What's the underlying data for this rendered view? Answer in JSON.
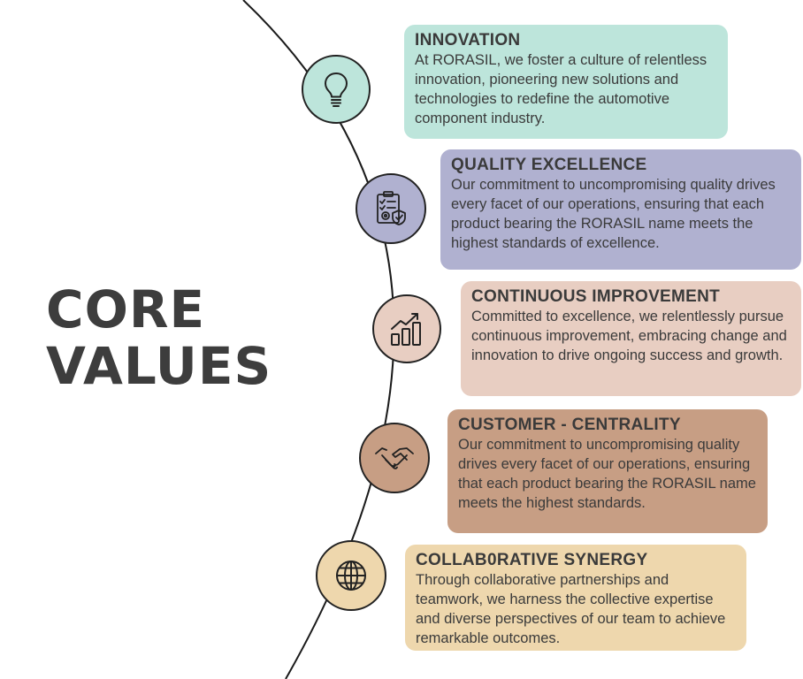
{
  "title": {
    "line1": "CORE",
    "line2": "VALUES"
  },
  "colors": {
    "innovation": "#bde5db",
    "quality": "#b0b1d0",
    "improvement": "#e8cec2",
    "customer": "#c79e84",
    "synergy": "#eed7ad"
  },
  "values": [
    {
      "icon": "lightbulb-icon",
      "heading": "INNOVATION",
      "text": "At RORASIL, we foster a culture of relentless innovation, pioneering new solutions and technologies to redefine the automotive component industry."
    },
    {
      "icon": "clipboard-gear-shield-icon",
      "heading": "QUALITY EXCELLENCE",
      "text": "Our commitment to uncompromising quality drives every facet of our operations, ensuring that each product bearing the RORASIL name meets the highest standards of excellence."
    },
    {
      "icon": "growth-chart-icon",
      "heading": "CONTINUOUS IMPROVEMENT",
      "text": "Committed to excellence, we relentlessly pursue continuous improvement, embracing change and innovation to drive ongoing success and growth."
    },
    {
      "icon": "handshake-icon",
      "heading": "CUSTOMER - CENTRALITY",
      "text": "Our commitment to uncompromising quality drives every facet of our operations, ensuring that each product bearing the RORASIL name meets the highest standards."
    },
    {
      "icon": "globe-icon",
      "heading": "COLLAB0RATIVE SYNERGY",
      "text": "Through collaborative partnerships and teamwork, we harness the collective expertise and diverse perspectives of our team to achieve remarkable outcomes."
    }
  ]
}
